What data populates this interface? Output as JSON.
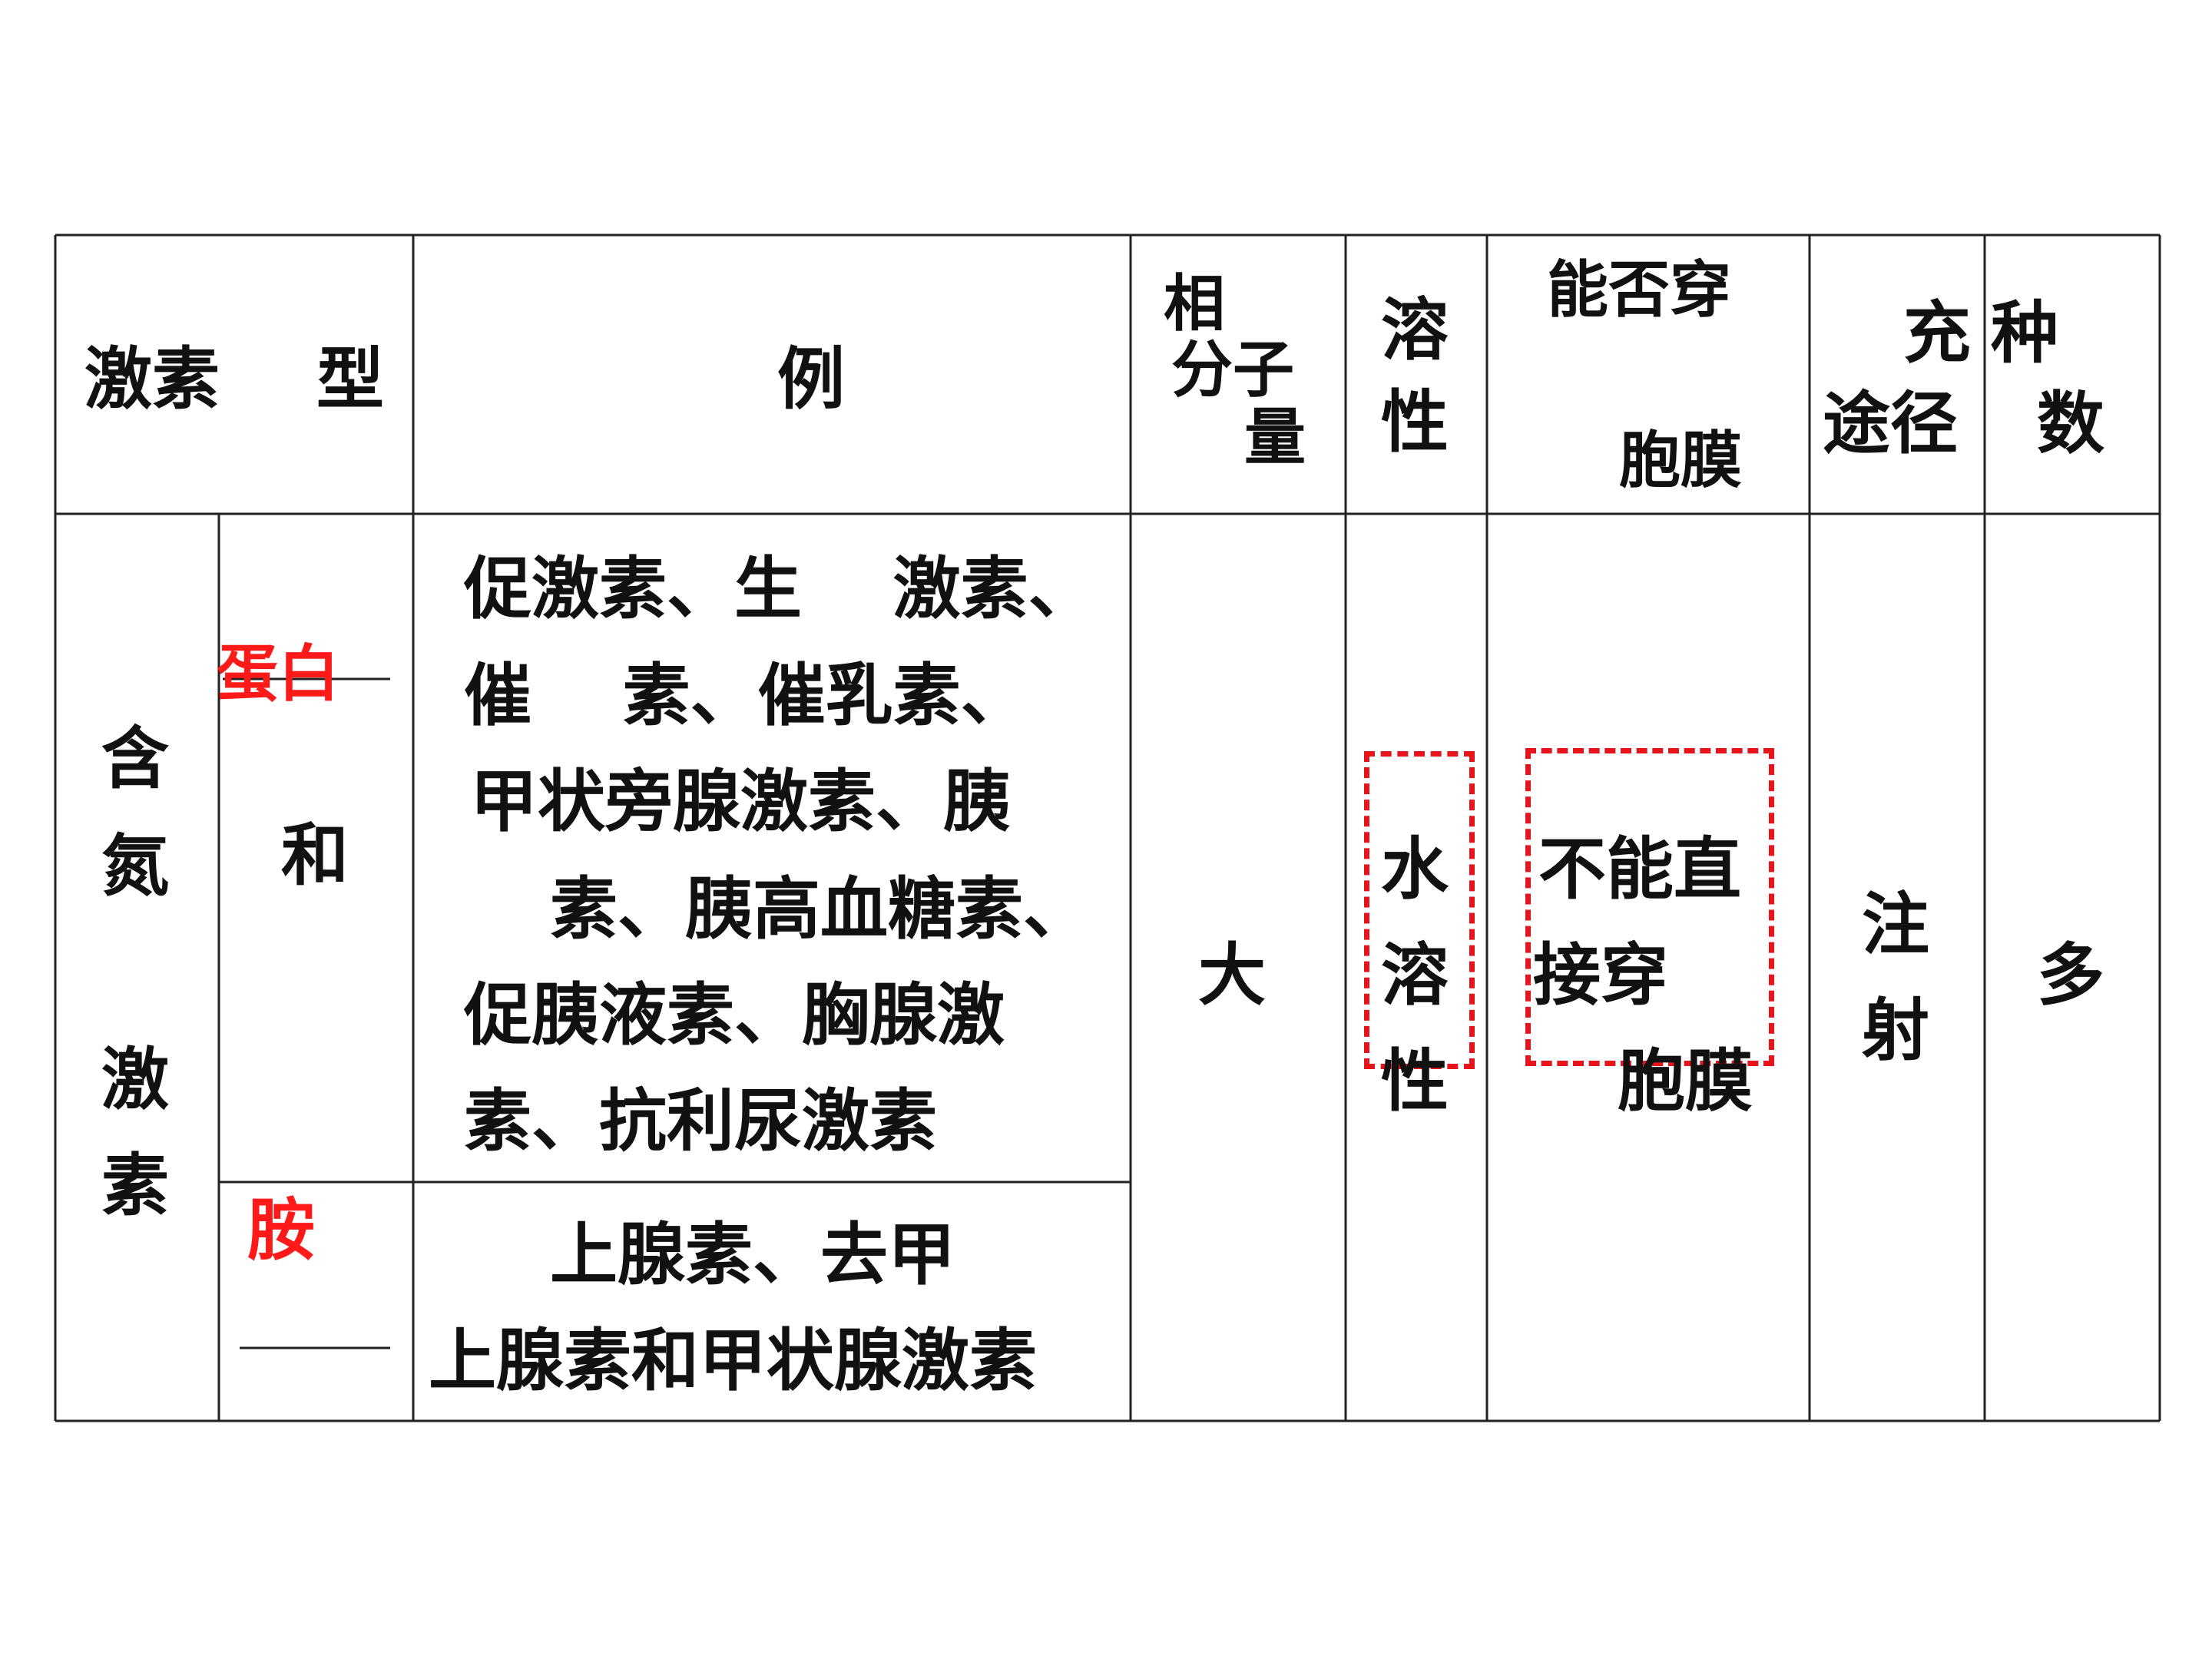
{
  "header": {
    "type_a": "激素",
    "type_b": "型",
    "example": "例",
    "mw_1": "相",
    "mw_2": "分子",
    "mw_3": "量",
    "sol_1": "溶",
    "sol_2": "性",
    "membrane_1": "能否穿",
    "membrane_2": "胞膜",
    "route_a": "充",
    "route_b": "途径",
    "count_a": "种",
    "count_b": "数"
  },
  "row_group": {
    "label_1": "含",
    "label_2": "氮",
    "label_3": "激",
    "label_4": "素"
  },
  "protein_row": {
    "type_red": "蛋白",
    "type_and": "和",
    "examples": [
      "促激素、生　 激素、",
      "催　 素、催乳素、",
      "甲状旁腺激素、胰",
      "素、胰高血糖素、",
      "促胰液素、胸腺激",
      "素、抗利尿激素"
    ]
  },
  "amine_row": {
    "type_red": "胺",
    "examples": [
      "上腺素、去甲",
      "上腺素和甲状腺激素"
    ]
  },
  "shared": {
    "mw": "大",
    "sol_1": "水",
    "sol_2": "溶",
    "sol_3": "性",
    "membrane_1": "不能直",
    "membrane_2": "接穿",
    "membrane_3": "胞膜",
    "route_1": "注",
    "route_2": "射",
    "count": "多"
  },
  "colors": {
    "highlight_red": "#ff1a1a",
    "dash_red": "#e8141c",
    "grid_line": "#222222"
  }
}
